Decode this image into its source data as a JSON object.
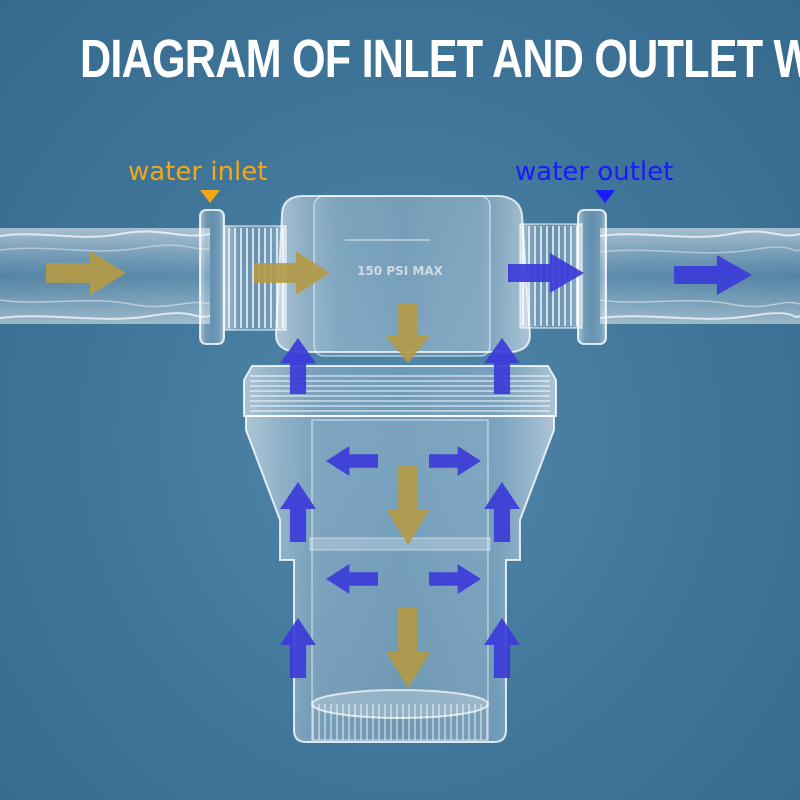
{
  "title": "DIAGRAM OF INLET AND OUTLET WATER",
  "labels": {
    "inlet": "water inlet",
    "outlet": "water outlet",
    "housing_marking": "150 PSI MAX"
  },
  "colors": {
    "background": "#3f7598",
    "title": "#ffffff",
    "inlet": "#f0a818",
    "outlet": "#1a1aff",
    "inlet_arrow": "#b39a45",
    "outlet_arrow": "#3b3bd8"
  },
  "icons": {
    "inlet_pointer": "triangle-down-icon",
    "outlet_pointer": "triangle-down-icon",
    "inlet_flow": "arrow-icon",
    "outlet_flow": "arrow-icon"
  }
}
